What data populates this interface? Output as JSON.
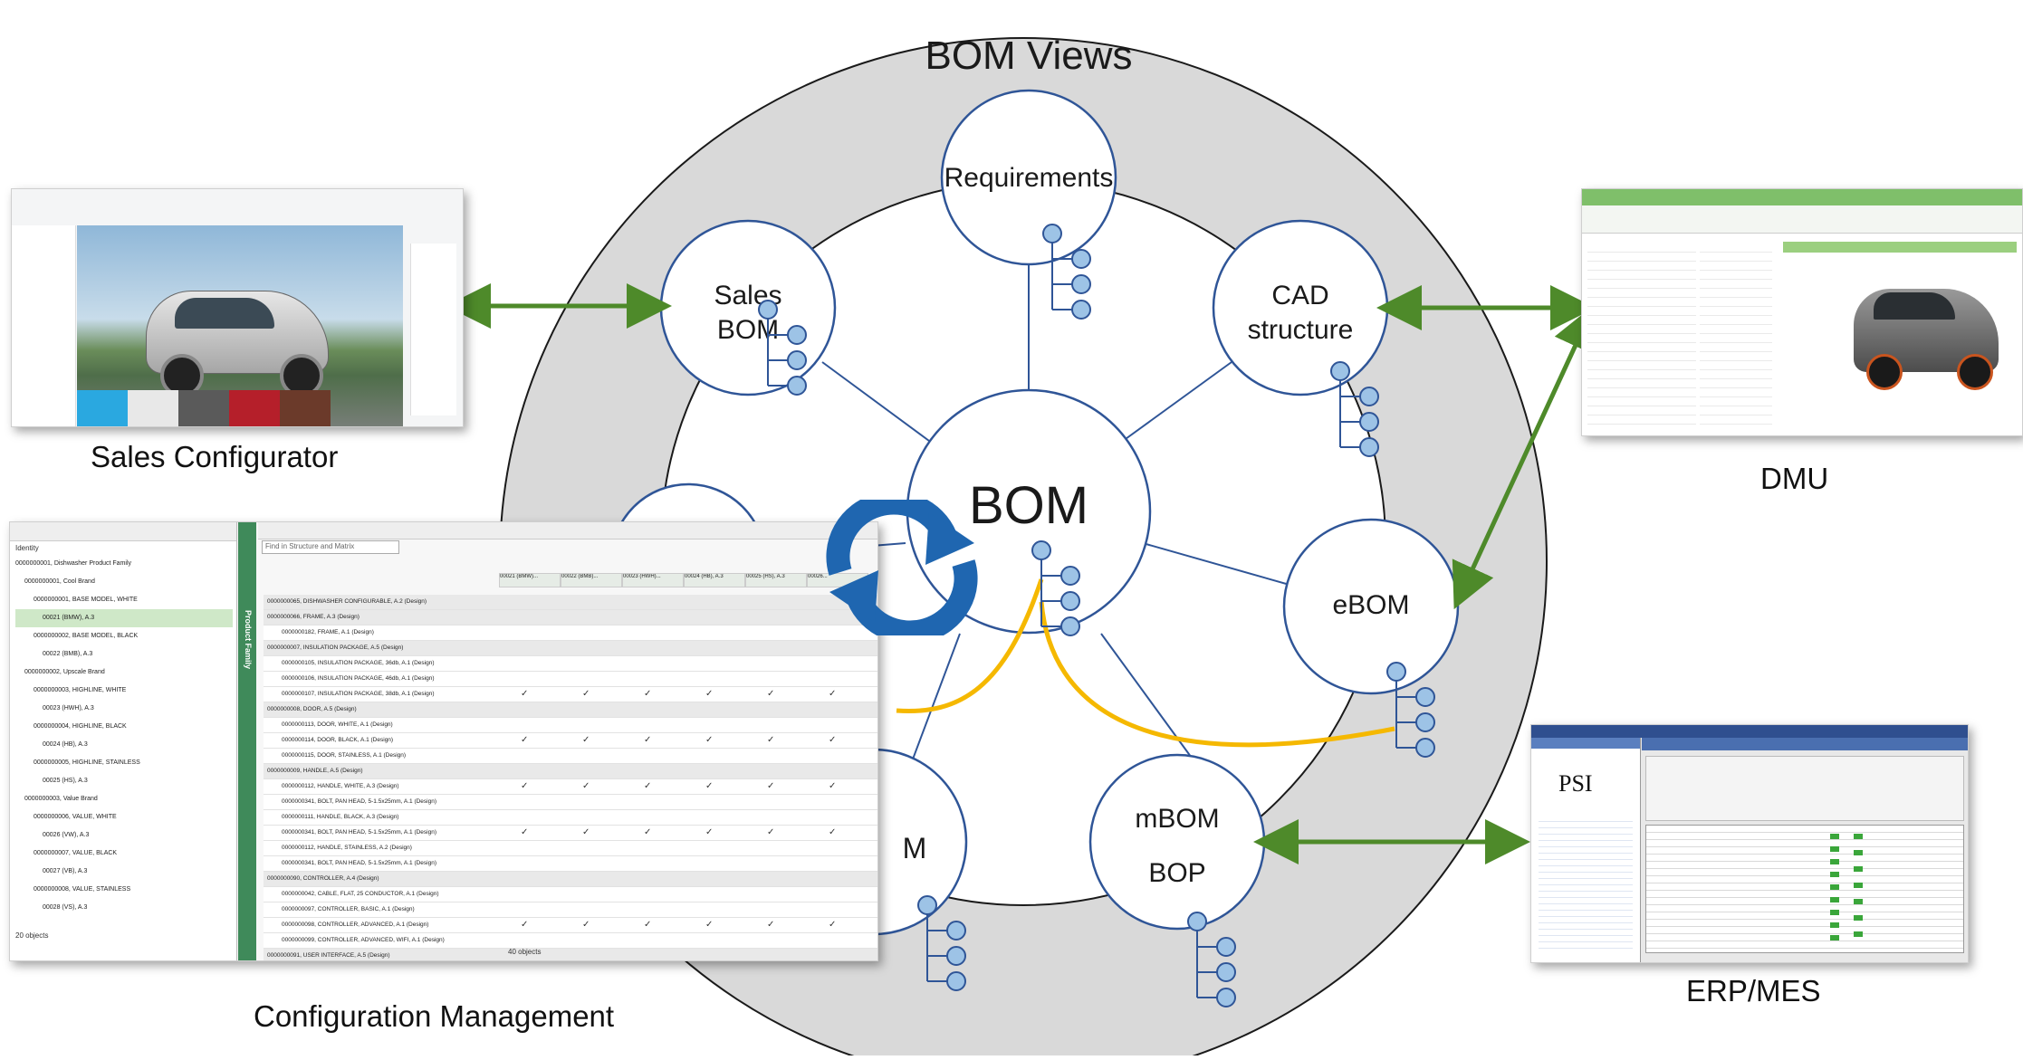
{
  "diagram": {
    "title": "BOM Views",
    "center_label": "BOM",
    "nodes": {
      "requirements": "Requirements",
      "sales_bom_1": "Sales",
      "sales_bom_2": "BOM",
      "cad_1": "CAD",
      "cad_2": "structure",
      "ebom": "eBOM",
      "mbom_1": "mBOM",
      "mbom_2": "BOP",
      "hidden_left_partial": "M"
    },
    "systems": {
      "sales_configurator": "Sales Configurator",
      "dmu": "DMU",
      "configuration_management": "Configuration Management",
      "erp_mes": "ERP/MES"
    },
    "colors": {
      "ring_fill": "#d9d9d9",
      "node_stroke": "#2f5597",
      "bubble_fill": "#9dc3e6",
      "arrow_green": "#4e8a2a",
      "link_yellow": "#f5b800",
      "sync_blue": "#1f66b0"
    }
  },
  "config_mgmt": {
    "find_placeholder": "Find in Structure and Matrix",
    "side_tab": "Product Family",
    "identity_label": "Identity",
    "tree_items": [
      "0000000001, Dishwasher Product Family",
      "0000000001, Cool Brand",
      "0000000001, BASE MODEL, WHITE",
      "00021 (BMW), A.3",
      "0000000002, BASE MODEL, BLACK",
      "00022 (BMB), A.3",
      "0000000002, Upscale Brand",
      "0000000003, HIGHLINE, WHITE",
      "00023 (HWH), A.3",
      "0000000004, HIGHLINE, BLACK",
      "00024 (HB), A.3",
      "0000000005, HIGHLINE, STAINLESS",
      "00025 (HS), A.3",
      "0000000003, Value Brand",
      "0000000006, VALUE, WHITE",
      "00026 (VW), A.3",
      "0000000007, VALUE, BLACK",
      "00027 (VB), A.3",
      "0000000008, VALUE, STAINLESS",
      "00028 (VS), A.3"
    ],
    "matrix_rows": [
      "0000000065, DISHWASHER CONFIGURABLE, A.2 (Design)",
      "0000000066, FRAME, A.3 (Design)",
      "0000000182, FRAME, A.1 (Design)",
      "0000000007, INSULATION PACKAGE, A.5 (Design)",
      "0000000105, INSULATION PACKAGE, 36db, A.1 (Design)",
      "0000000106, INSULATION PACKAGE, 46db, A.1 (Design)",
      "0000000107, INSULATION PACKAGE, 38db, A.1 (Design)",
      "0000000008, DOOR, A.5 (Design)",
      "0000000113, DOOR, WHITE, A.1 (Design)",
      "0000000114, DOOR, BLACK, A.1 (Design)",
      "0000000115, DOOR, STAINLESS, A.1 (Design)",
      "0000000009, HANDLE, A.5 (Design)",
      "0000000112, HANDLE, WHITE, A.3 (Design)",
      "0000000341, BOLT, PAN HEAD, 5-1.5x25mm, A.1 (Design)",
      "0000000111, HANDLE, BLACK, A.3 (Design)",
      "0000000341, BOLT, PAN HEAD, 5-1.5x25mm, A.1 (Design)",
      "0000000112, HANDLE, STAINLESS, A.2 (Design)",
      "0000000341, BOLT, PAN HEAD, 5-1.5x25mm, A.1 (Design)",
      "0000000090, CONTROLLER, A.4 (Design)",
      "0000000042, CABLE, FLAT, 25 CONDUCTOR, A.1 (Design)",
      "0000000097, CONTROLLER, BASIC, A.1 (Design)",
      "0000000098, CONTROLLER, ADVANCED, A.1 (Design)",
      "0000000099, CONTROLLER, ADVANCED, WIFI, A.1 (Design)",
      "0000000091, USER INTERFACE, A.5 (Design)"
    ],
    "col_headers": [
      "00021 (BMW)...",
      "00022 (BMB)...",
      "00023 (HWH)...",
      "00024 (HB), A.3",
      "00025 (HS), A.3",
      "00026..."
    ],
    "footer_left": "20 objects",
    "footer_mid": "40 objects"
  },
  "erp": {
    "logo": "PSI",
    "window_title": "Projektmonitor (PMO)"
  }
}
